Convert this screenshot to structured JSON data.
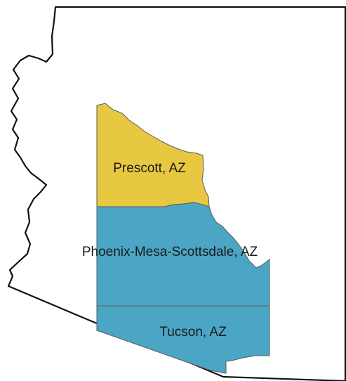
{
  "map": {
    "colors": {
      "background": "#ffffff",
      "outline": "#111111",
      "prescott_fill": "#e8c840",
      "phoenix_fill": "#4aa6c4",
      "tucson_fill": "#4aa6c4",
      "region_border": "#5a5a5a"
    },
    "regions": {
      "prescott": {
        "label": "Prescott, AZ"
      },
      "phoenix": {
        "label": "Phoenix-Mesa-Scottsdale, AZ"
      },
      "tucson": {
        "label": "Tucson, AZ"
      }
    }
  }
}
